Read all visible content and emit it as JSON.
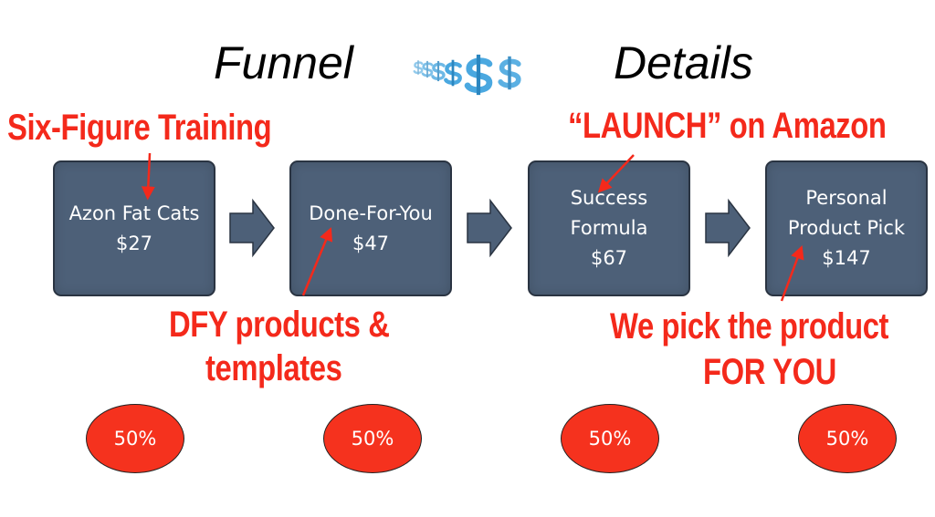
{
  "header": {
    "title_left": "Funnel",
    "title_right": "Details",
    "image": "dollar-signs-row-icon"
  },
  "steps": [
    {
      "lines": [
        "Azon Fat Cats",
        "$27"
      ]
    },
    {
      "lines": [
        "Done-For-You",
        "$47"
      ]
    },
    {
      "lines": [
        "Success",
        "Formula",
        "$67"
      ]
    },
    {
      "lines": [
        "Personal",
        "Product Pick",
        "$147"
      ]
    }
  ],
  "annotations": {
    "step1": "Six-Figure Training",
    "step2_line1": "DFY products &",
    "step2_line2": "templates",
    "step3": "“LAUNCH” on Amazon",
    "step4_line1": "We pick the product",
    "step4_line2": "FOR YOU"
  },
  "rates": [
    "50%",
    "50%",
    "50%",
    "50%"
  ],
  "colors": {
    "box": "#4d6078",
    "accent_red": "#f4291b",
    "arrow": "#4d6078"
  }
}
